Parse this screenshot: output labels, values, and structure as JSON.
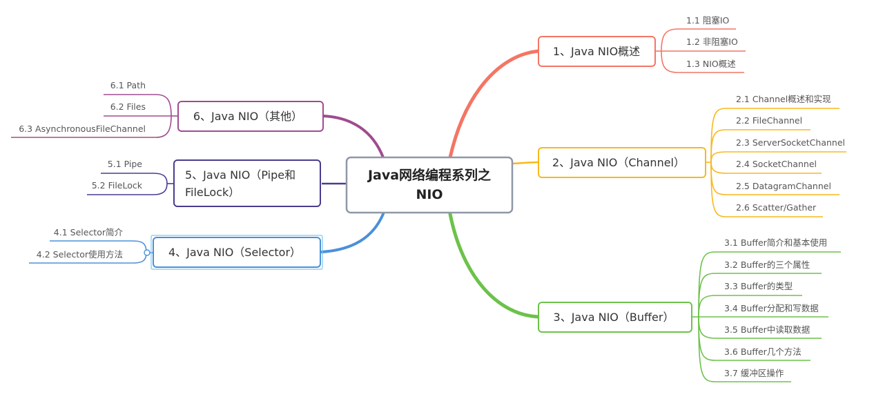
{
  "central": {
    "title_line1": "Java网络编程系列之",
    "title_line2": "NIO",
    "color": "#8e97a5"
  },
  "branches": [
    {
      "label": "1、Java NIO概述",
      "color": "#f47564",
      "leaves": [
        "1.1 阻塞IO",
        "1.2 非阻塞IO",
        "1.3 NIO概述"
      ]
    },
    {
      "label": "2、Java NIO（Channel）",
      "color": "#f8b81b",
      "leaves": [
        "2.1 Channel概述和实现",
        "2.2 FileChannel",
        "2.3 ServerSocketChannel",
        "2.4 SocketChannel",
        "2.5 DatagramChannel",
        "2.6 Scatter/Gather"
      ]
    },
    {
      "label": "3、Java NIO（Buffer）",
      "color": "#6cc24a",
      "leaves": [
        "3.1 Buffer简介和基本使用",
        "3.2 Buffer的三个属性",
        "3.3 Buffer的类型",
        "3.4 Buffer分配和写数据",
        "3.5 Buffer中读取数据",
        "3.6 Buffer几个方法",
        "3.7 缓冲区操作"
      ]
    },
    {
      "label": "4、Java NIO（Selector）",
      "color": "#4a90d9",
      "leaves": [
        "4.1 Selector简介",
        "4.2 Selector使用方法"
      ]
    },
    {
      "label_line1": "5、Java NIO（Pipe和",
      "label_line2": "FileLock）",
      "color": "#4a3a8e",
      "leaves": [
        "5.1 Pipe",
        "5.2 FileLock"
      ]
    },
    {
      "label": "6、Java NIO（其他）",
      "color": "#a04b8e",
      "leaves": [
        "6.1 Path",
        "6.2 Files",
        "6.3 AsynchronousFileChannel"
      ]
    }
  ]
}
